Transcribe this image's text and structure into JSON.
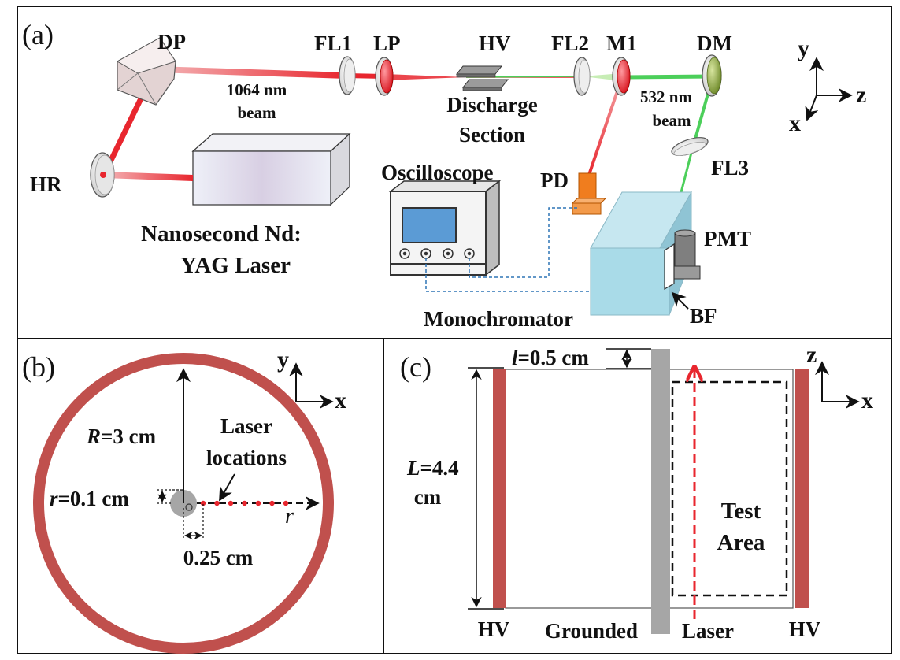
{
  "panels": {
    "a": "(a)",
    "b": "(b)",
    "c": "(c)"
  },
  "panel_a": {
    "DP": "DP",
    "FL1": "FL1",
    "LP": "LP",
    "HV": "HV",
    "FL2": "FL2",
    "M1": "M1",
    "DM": "DM",
    "beam_1064_l1": "1064 nm",
    "beam_1064_l2": "beam",
    "beam_532_l1": "532 nm",
    "beam_532_l2": "beam",
    "discharge_l1": "Discharge",
    "discharge_l2": "Section",
    "HR": "HR",
    "oscilloscope": "Oscilloscope",
    "PD": "PD",
    "FL3": "FL3",
    "PMT": "PMT",
    "BF": "BF",
    "laser_l1": "Nanosecond Nd:",
    "laser_l2": "YAG Laser",
    "monochromator": "Monochromator",
    "axis_y": "y",
    "axis_z": "z",
    "axis_x": "x"
  },
  "panel_b": {
    "axis_y": "y",
    "axis_x": "x",
    "R_sym": "R",
    "R_val": "=3 cm",
    "r_sym": "r",
    "r_val": "=0.1 cm",
    "laser_l1": "Laser",
    "laser_l2": "locations",
    "r_axis": "r",
    "spacing": "0.25 cm"
  },
  "panel_c": {
    "axis_z": "z",
    "axis_x": "x",
    "l_sym": "l",
    "l_val": "=0.5 cm",
    "L_sym": "L",
    "L_val": "=4.4",
    "L_unit": "cm",
    "test_l1": "Test",
    "test_l2": "Area",
    "hv_left": "HV",
    "grounded": "Grounded",
    "laser": "Laser",
    "hv_right": "HV"
  },
  "colors": {
    "laser_red": "#e8262e",
    "beam_green": "#4ccf5a",
    "electrode": "#c0504d",
    "ground": "#a6a6a6",
    "monochromator": "#a9dbe8",
    "oscilloscope_screen": "#5b9bd5",
    "pd_orange": "#f07d1e",
    "dashed_cable": "#2e75b6"
  }
}
